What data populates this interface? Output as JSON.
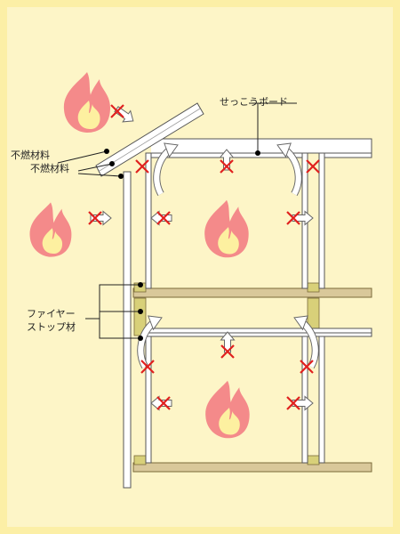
{
  "labels": {
    "plasterboard": "せっこうボード",
    "nonflammable_1": "不燃材料",
    "nonflammable_2": "不燃材料",
    "firestop_line1": "ファイヤー",
    "firestop_line2": "ストップ材"
  },
  "colors": {
    "background": "#fdf5c7",
    "frame_border": "#fcefa6",
    "wall_fill": "#ffffff",
    "wall_stroke": "#555555",
    "floor_slab": "#d9c89a",
    "firestop_block": "#d8d079",
    "flame_outer": "#f48a8a",
    "flame_inner": "#fdf0a0",
    "x_mark": "#e0201e",
    "arrow_fill": "#ffffff",
    "arrow_stroke": "#666666"
  }
}
